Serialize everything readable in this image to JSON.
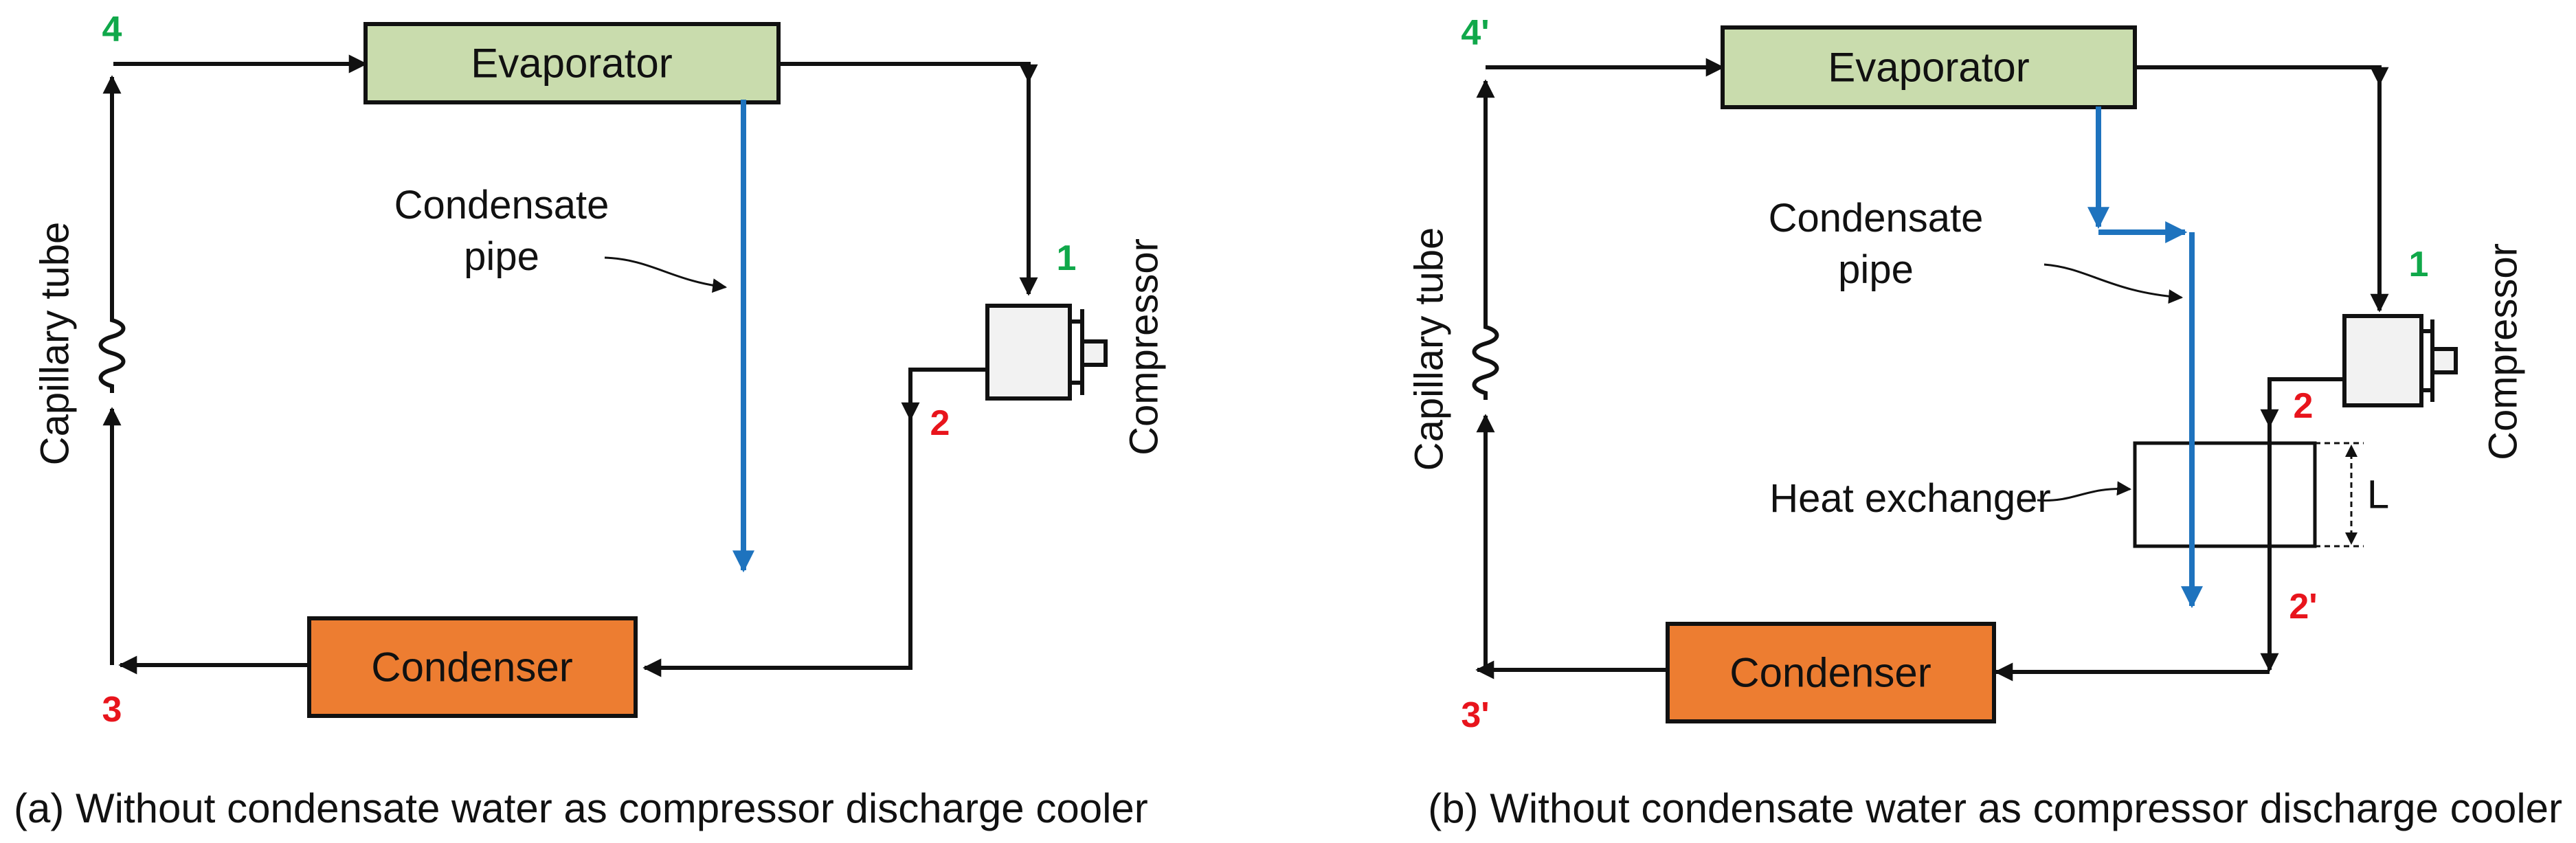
{
  "colors": {
    "evaporator_fill": "#C9DCAD",
    "condenser_fill": "#ED7D31",
    "compressor_fill": "#F2F2F2",
    "pipe_blue": "#1E73BE",
    "state_green": "#10A84A",
    "state_red": "#E8141C",
    "line": "#111111"
  },
  "panel_a": {
    "evaporator": "Evaporator",
    "condenser": "Condenser",
    "compressor": "Compressor",
    "capillary_tube": "Capillary tube",
    "condensate_pipe_line1": "Condensate",
    "condensate_pipe_line2": "pipe",
    "states": {
      "s1": "1",
      "s2": "2",
      "s3": "3",
      "s4": "4"
    },
    "caption": "(a) Without condensate water as compressor discharge cooler"
  },
  "panel_b": {
    "evaporator": "Evaporator",
    "condenser": "Condenser",
    "compressor": "Compressor",
    "capillary_tube": "Capillary tube",
    "condensate_pipe_line1": "Condensate",
    "condensate_pipe_line2": "pipe",
    "heat_exchanger": "Heat exchanger",
    "length_label": "L",
    "states": {
      "s1": "1",
      "s2": "2",
      "s2p": "2'",
      "s3p": "3'",
      "s4p": "4'"
    },
    "caption": "(b) Without condensate water as compressor discharge cooler"
  }
}
